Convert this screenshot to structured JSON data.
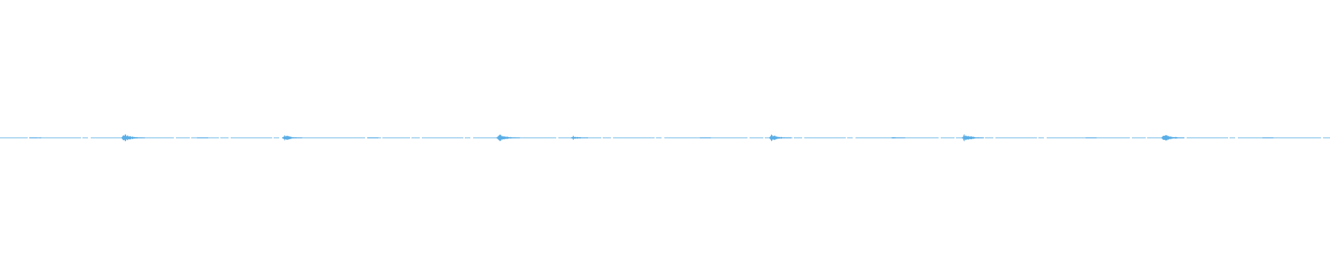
{
  "waveform": {
    "color": "#5aaee6",
    "baseline_color": "#7fc0ea",
    "duration_fraction_markers": [
      {
        "t": 0.024,
        "amp": 0.12
      },
      {
        "t": 0.093,
        "amp": 0.55
      },
      {
        "t": 0.15,
        "amp": 0.1
      },
      {
        "t": 0.214,
        "amp": 0.42
      },
      {
        "t": 0.278,
        "amp": 0.1
      },
      {
        "t": 0.375,
        "amp": 0.55
      },
      {
        "t": 0.431,
        "amp": 0.32
      },
      {
        "t": 0.528,
        "amp": 0.08
      },
      {
        "t": 0.58,
        "amp": 0.48
      },
      {
        "t": 0.672,
        "amp": 0.18
      },
      {
        "t": 0.725,
        "amp": 0.5
      },
      {
        "t": 0.818,
        "amp": 0.1
      },
      {
        "t": 0.875,
        "amp": 0.52
      },
      {
        "t": 0.951,
        "amp": 0.08
      }
    ]
  }
}
